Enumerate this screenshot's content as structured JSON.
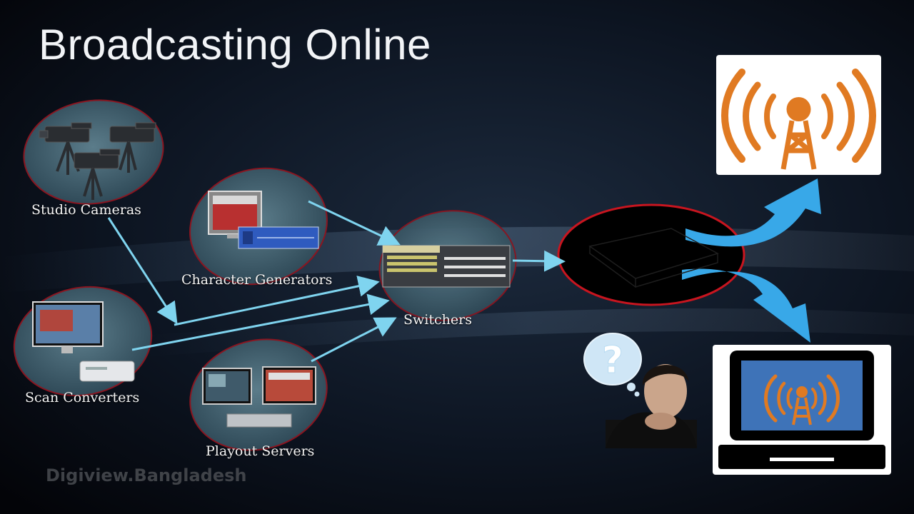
{
  "title": "Broadcasting Online",
  "nodes": {
    "studio_cameras": "Studio Cameras",
    "character_generators": "Character Generators",
    "switchers": "Switchers",
    "scan_converters": "Scan Converters",
    "playout_servers": "Playout Servers"
  },
  "question_mark": "?",
  "watermark": "Digiview.Bangladesh",
  "colors": {
    "arrow": "#7fd4ef",
    "big_arrow": "#38a8e8",
    "ellipse": "#3a5a68",
    "ellipse_border": "#8a1520",
    "encoder_border": "#c8151f",
    "antenna": "#e07a22"
  },
  "icons": [
    "camera-icon",
    "monitor-icon",
    "switcher-panel-icon",
    "encoder-box-icon",
    "antenna-icon",
    "laptop-icon",
    "thinking-person-icon",
    "thought-bubble-icon"
  ]
}
